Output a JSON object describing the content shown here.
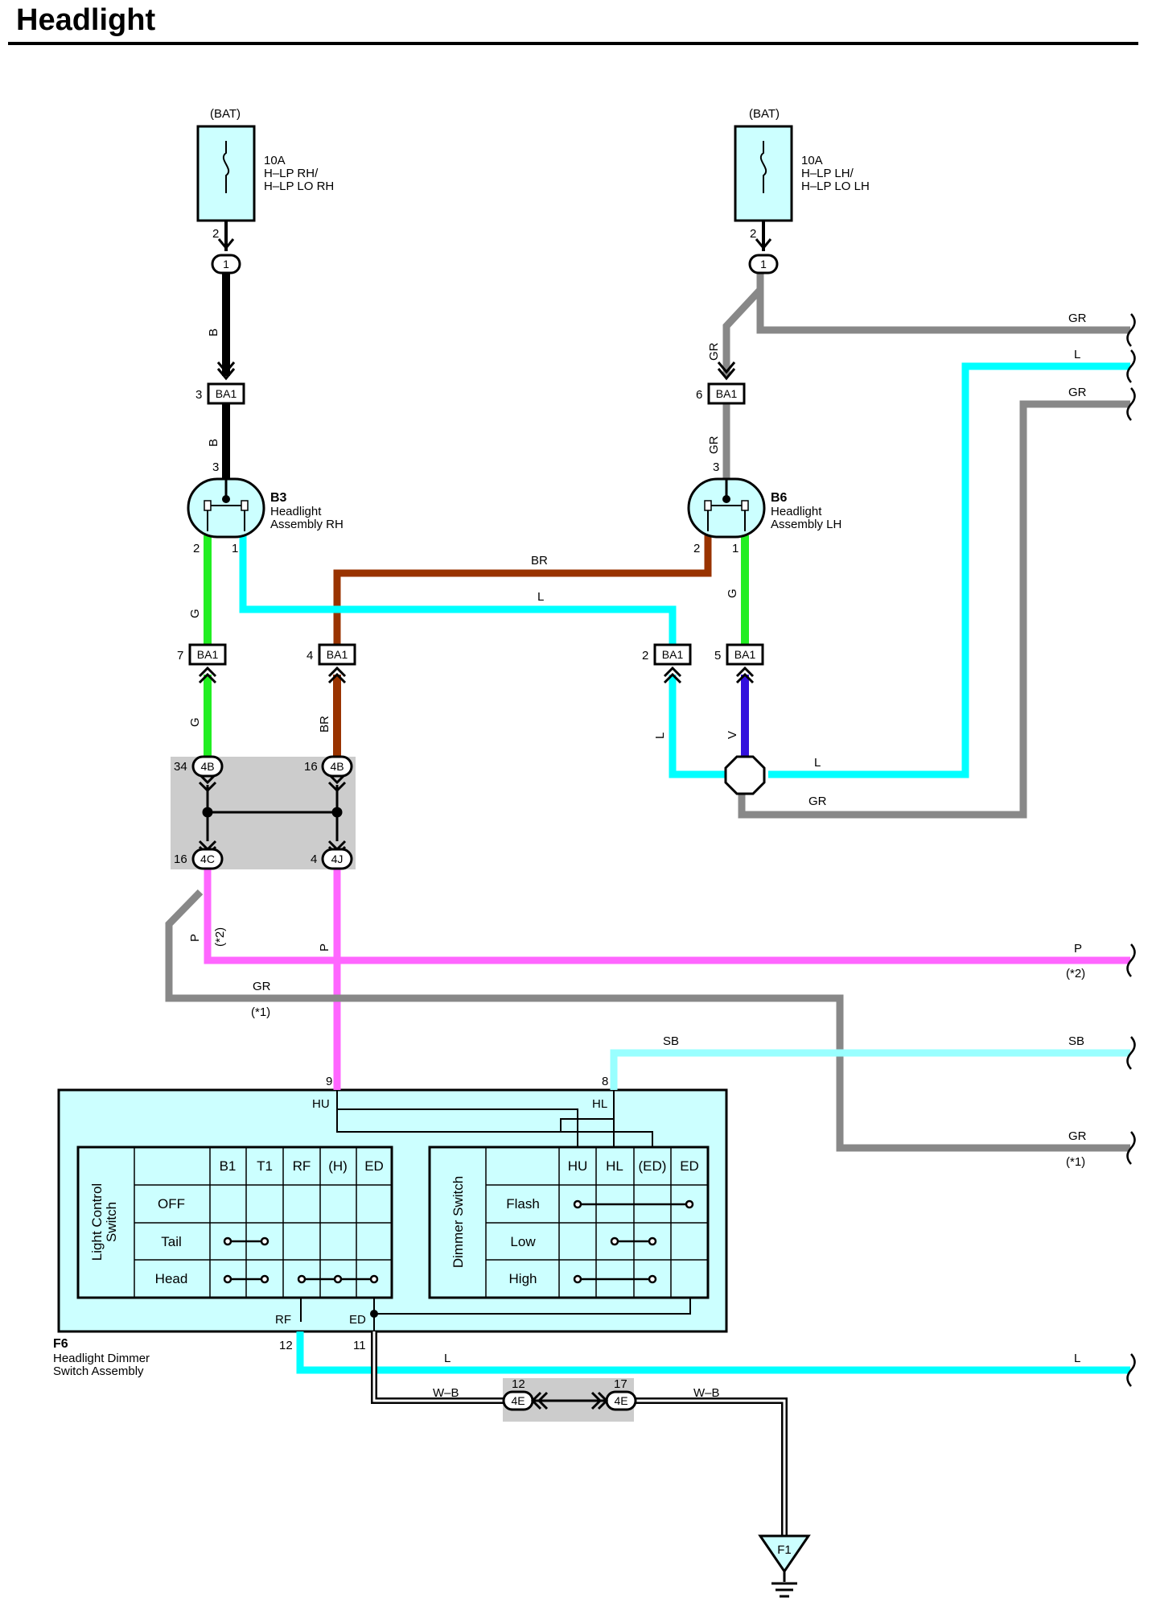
{
  "title": "Headlight",
  "colors": {
    "B": "#000000",
    "GR": "#888888",
    "L": "#00ffff",
    "G": "#22ee22",
    "BR": "#993300",
    "V": "#3311dd",
    "P": "#ff66ff",
    "SB": "#99ffff",
    "W-B": "#000000",
    "panel": "#ccffff",
    "junction": "#cccccc"
  },
  "fuses": {
    "rh": {
      "source": "(BAT)",
      "rating": "10A",
      "name1": "H–LP RH/",
      "name2": "H–LP LO RH",
      "pin": "2",
      "conn": "1"
    },
    "lh": {
      "source": "(BAT)",
      "rating": "10A",
      "name1": "H–LP LH/",
      "name2": "H–LP LO LH",
      "pin": "2",
      "conn": "1"
    }
  },
  "components": {
    "b3": {
      "code": "B3",
      "name1": "Headlight",
      "name2": "Assembly RH",
      "pin_top": "3",
      "pin_left": "2",
      "pin_right": "1"
    },
    "b6": {
      "code": "B6",
      "name1": "Headlight",
      "name2": "Assembly LH",
      "pin_top": "3",
      "pin_left": "2",
      "pin_right": "1"
    },
    "f6": {
      "code": "F6",
      "name1": "Headlight Dimmer",
      "name2": "Switch Assembly"
    },
    "f1": {
      "code": "F1"
    }
  },
  "connectors": {
    "ba1_3": {
      "id": "BA1",
      "pin": "3"
    },
    "ba1_6": {
      "id": "BA1",
      "pin": "6"
    },
    "ba1_7": {
      "id": "BA1",
      "pin": "7"
    },
    "ba1_4": {
      "id": "BA1",
      "pin": "4"
    },
    "ba1_2": {
      "id": "BA1",
      "pin": "2"
    },
    "ba1_5": {
      "id": "BA1",
      "pin": "5"
    },
    "c4b_34": {
      "id": "4B",
      "pin": "34"
    },
    "c4b_16": {
      "id": "4B",
      "pin": "16"
    },
    "c4c_16": {
      "id": "4C",
      "pin": "16"
    },
    "c4j_4": {
      "id": "4J",
      "pin": "4"
    },
    "c4e_12": {
      "id": "4E",
      "pin": "12"
    },
    "c4e_17": {
      "id": "4E",
      "pin": "17"
    }
  },
  "wire_labels": {
    "b_upper": "B",
    "b_lower": "B",
    "gr_lh_upper": "GR",
    "gr_lh_lower": "GR",
    "gr_edge_1": "GR",
    "l_edge_1": "L",
    "gr_edge_2": "GR",
    "br_cross": "BR",
    "l_cross": "L",
    "g_upper": "G",
    "g_lower": "G",
    "br_lower": "BR",
    "l_left": "L",
    "v_lower": "V",
    "l_right": "L",
    "gr_right": "GR",
    "p_left": "P",
    "star2_left": "(*2)",
    "p_mid": "P",
    "p_edge": "P",
    "star2_edge": "(*2)",
    "gr_cross": "GR",
    "star1_cross": "(*1)",
    "sb_mid": "SB",
    "sb_edge": "SB",
    "gr_edge_3": "GR",
    "star1_edge": "(*1)",
    "l_bottom_mid": "L",
    "l_bottom_edge": "L",
    "wb_left": "W–B",
    "wb_right": "W–B"
  },
  "f6_pins": {
    "hu_num": "9",
    "hu": "HU",
    "hl_num": "8",
    "hl": "HL",
    "rf": "RF",
    "ed": "ED",
    "rf_num": "12",
    "ed_num": "11"
  },
  "light_control_switch": {
    "title1": "Light Control",
    "title2": "Switch",
    "columns": [
      "B1",
      "T1",
      "RF",
      "(H)",
      "ED"
    ],
    "rows": [
      "OFF",
      "Tail",
      "Head"
    ]
  },
  "dimmer_switch": {
    "title": "Dimmer Switch",
    "columns": [
      "HU",
      "HL",
      "(ED)",
      "ED"
    ],
    "rows": [
      "Flash",
      "Low",
      "High"
    ]
  }
}
